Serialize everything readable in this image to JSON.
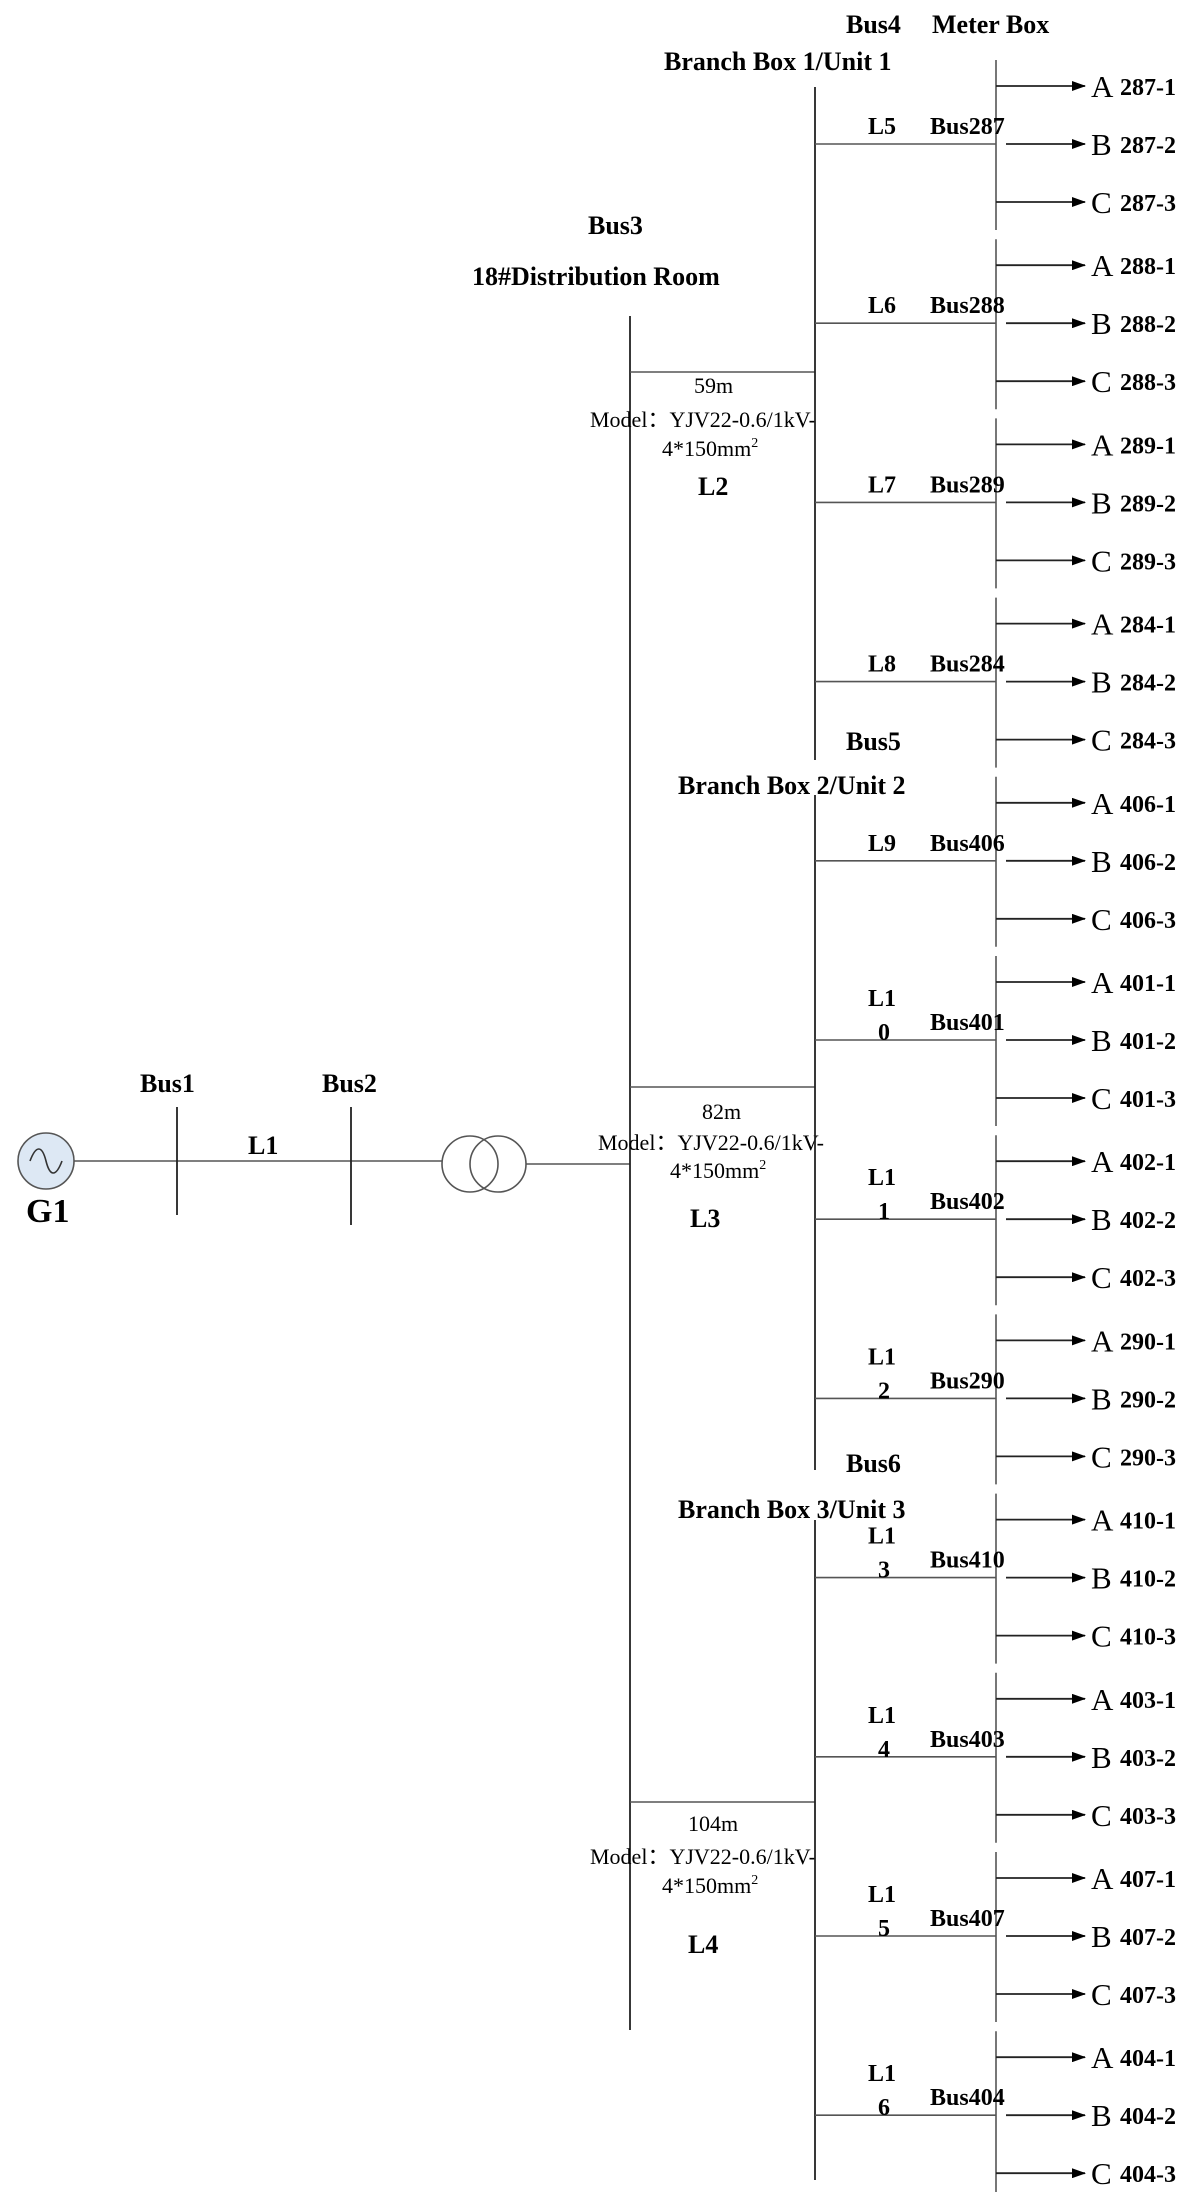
{
  "generator": "G1",
  "source_buses": [
    "Bus1",
    "Bus2"
  ],
  "line_l1": "L1",
  "bus3": "Bus3",
  "distribution_room": "18#Distribution Room",
  "meter_box": "Meter Box",
  "cables": [
    {
      "length": "59m",
      "model": "Model：YJV22-0.6/1kV-",
      "size": "4*150mm",
      "sup": "2",
      "line": "L2"
    },
    {
      "length": "82m",
      "model": "Model：YJV22-0.6/1kV-",
      "size": "4*150mm",
      "sup": "2",
      "line": "L3"
    },
    {
      "length": "104m",
      "model": "Model：YJV22-0.6/1kV-",
      "size": "4*150mm",
      "sup": "2",
      "line": "L4"
    }
  ],
  "branch_boxes": [
    {
      "bus": "Bus4",
      "name": "Branch Box 1/Unit 1"
    },
    {
      "bus": "Bus5",
      "name": "Branch Box 2/Unit 2"
    },
    {
      "bus": "Bus6",
      "name": "Branch Box 3/Unit 3"
    }
  ],
  "groups": [
    {
      "line": [
        "L5"
      ],
      "bus": "Bus287",
      "loads": [
        {
          "phase": "A",
          "id": "287-1"
        },
        {
          "phase": "B",
          "id": "287-2"
        },
        {
          "phase": "C",
          "id": "287-3"
        }
      ]
    },
    {
      "line": [
        "L6"
      ],
      "bus": "Bus288",
      "loads": [
        {
          "phase": "A",
          "id": "288-1"
        },
        {
          "phase": "B",
          "id": "288-2"
        },
        {
          "phase": "C",
          "id": "288-3"
        }
      ]
    },
    {
      "line": [
        "L7"
      ],
      "bus": "Bus289",
      "loads": [
        {
          "phase": "A",
          "id": "289-1"
        },
        {
          "phase": "B",
          "id": "289-2"
        },
        {
          "phase": "C",
          "id": "289-3"
        }
      ]
    },
    {
      "line": [
        "L8"
      ],
      "bus": "Bus284",
      "loads": [
        {
          "phase": "A",
          "id": "284-1"
        },
        {
          "phase": "B",
          "id": "284-2"
        },
        {
          "phase": "C",
          "id": "284-3"
        }
      ]
    },
    {
      "line": [
        "L9"
      ],
      "bus": "Bus406",
      "loads": [
        {
          "phase": "A",
          "id": "406-1"
        },
        {
          "phase": "B",
          "id": "406-2"
        },
        {
          "phase": "C",
          "id": "406-3"
        }
      ]
    },
    {
      "line": [
        "L1",
        "0"
      ],
      "bus": "Bus401",
      "loads": [
        {
          "phase": "A",
          "id": "401-1"
        },
        {
          "phase": "B",
          "id": "401-2"
        },
        {
          "phase": "C",
          "id": "401-3"
        }
      ]
    },
    {
      "line": [
        "L1",
        "1"
      ],
      "bus": "Bus402",
      "loads": [
        {
          "phase": "A",
          "id": "402-1"
        },
        {
          "phase": "B",
          "id": "402-2"
        },
        {
          "phase": "C",
          "id": "402-3"
        }
      ]
    },
    {
      "line": [
        "L1",
        "2"
      ],
      "bus": "Bus290",
      "loads": [
        {
          "phase": "A",
          "id": "290-1"
        },
        {
          "phase": "B",
          "id": "290-2"
        },
        {
          "phase": "C",
          "id": "290-3"
        }
      ]
    },
    {
      "line": [
        "L1",
        "3"
      ],
      "bus": "Bus410",
      "loads": [
        {
          "phase": "A",
          "id": "410-1"
        },
        {
          "phase": "B",
          "id": "410-2"
        },
        {
          "phase": "C",
          "id": "410-3"
        }
      ]
    },
    {
      "line": [
        "L1",
        "4"
      ],
      "bus": "Bus403",
      "loads": [
        {
          "phase": "A",
          "id": "403-1"
        },
        {
          "phase": "B",
          "id": "403-2"
        },
        {
          "phase": "C",
          "id": "403-3"
        }
      ]
    },
    {
      "line": [
        "L1",
        "5"
      ],
      "bus": "Bus407",
      "loads": [
        {
          "phase": "A",
          "id": "407-1"
        },
        {
          "phase": "B",
          "id": "407-2"
        },
        {
          "phase": "C",
          "id": "407-3"
        }
      ]
    },
    {
      "line": [
        "L1",
        "6"
      ],
      "bus": "Bus404",
      "loads": [
        {
          "phase": "A",
          "id": "404-1"
        },
        {
          "phase": "B",
          "id": "404-2"
        },
        {
          "phase": "C",
          "id": "404-3"
        }
      ]
    }
  ]
}
